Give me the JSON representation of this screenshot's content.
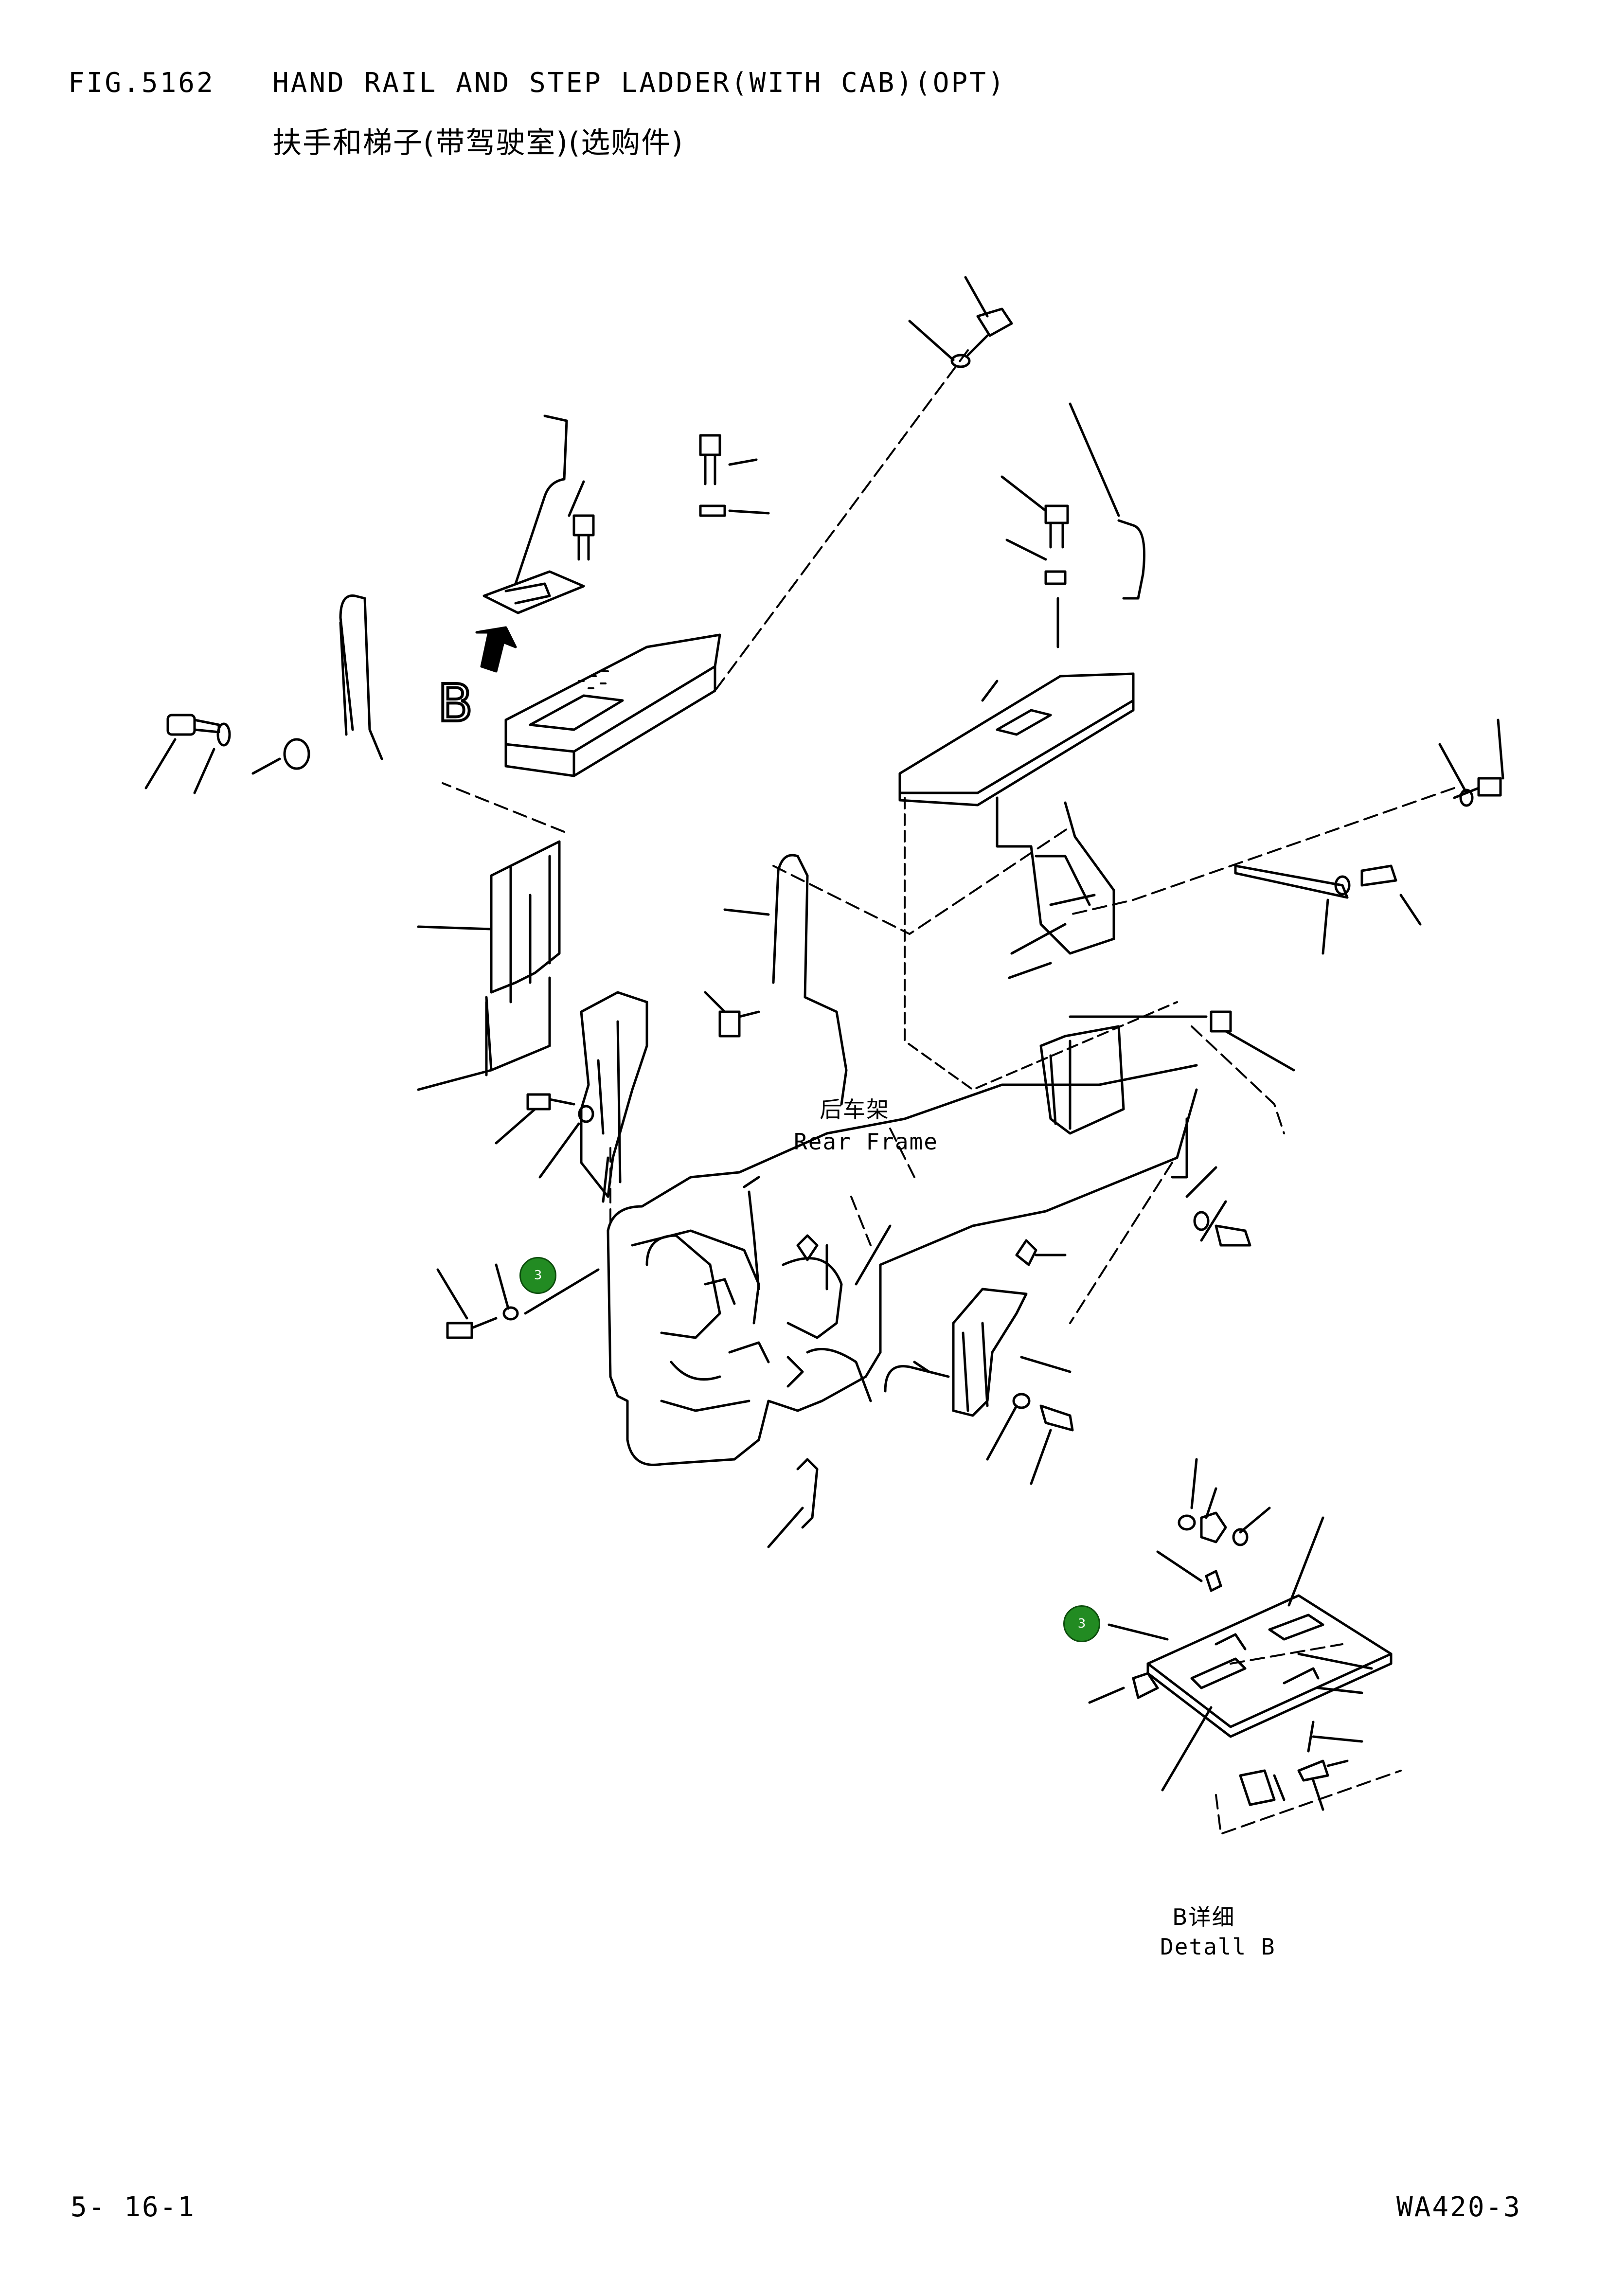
{
  "header": {
    "figure_number": "FIG.5162",
    "title_en": "HAND RAIL AND STEP LADDER(WITH CAB)(OPT)",
    "title_cn": "扶手和梯子(带驾驶室)(选购件)"
  },
  "labels": {
    "rear_frame_cn": "后车架",
    "rear_frame_en": "Rear Frame",
    "detail_b_cn": "B详细",
    "detail_b_en": "Detall B",
    "view_marker": "B"
  },
  "callouts": [
    {
      "number": "3"
    },
    {
      "number": "3"
    }
  ],
  "footer": {
    "page": "5- 16-1",
    "model": "WA420-3"
  }
}
